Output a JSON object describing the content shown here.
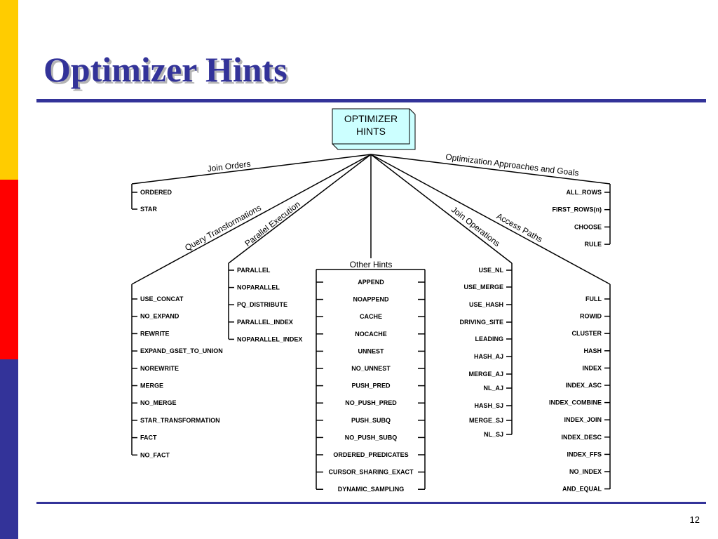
{
  "slide": {
    "title": "Optimizer Hints",
    "page_number": "12",
    "colors": {
      "accent": "#333399",
      "yellow": "#ffcc00",
      "red": "#ff0000",
      "root_box": "#ccffff"
    }
  },
  "diagram": {
    "root": {
      "line1": "OPTIMIZER",
      "line2": "HINTS"
    },
    "groups": {
      "join_orders": {
        "label": "Join Orders",
        "items": [
          "ORDERED",
          "STAR"
        ]
      },
      "query_transformations": {
        "label": "Query Transformations",
        "items": [
          "USE_CONCAT",
          "NO_EXPAND",
          "REWRITE",
          "EXPAND_GSET_TO_UNION",
          "NOREWRITE",
          "MERGE",
          "NO_MERGE",
          "STAR_TRANSFORMATION",
          "FACT",
          "NO_FACT"
        ]
      },
      "parallel_execution": {
        "label": "Parallel Execution",
        "items": [
          "PARALLEL",
          "NOPARALLEL",
          "PQ_DISTRIBUTE",
          "PARALLEL_INDEX",
          "NOPARALLEL_INDEX"
        ]
      },
      "other_hints": {
        "label": "Other Hints",
        "items": [
          "APPEND",
          "NOAPPEND",
          "CACHE",
          "NOCACHE",
          "UNNEST",
          "NO_UNNEST",
          "PUSH_PRED",
          "NO_PUSH_PRED",
          "PUSH_SUBQ",
          "NO_PUSH_SUBQ",
          "ORDERED_PREDICATES",
          "CURSOR_SHARING_EXACT",
          "DYNAMIC_SAMPLING"
        ]
      },
      "join_operations": {
        "label": "Join Operations",
        "items": [
          "USE_NL",
          "USE_MERGE",
          "USE_HASH",
          "DRIVING_SITE",
          "LEADING",
          "HASH_AJ",
          "MERGE_AJ",
          "NL_AJ",
          "HASH_SJ",
          "MERGE_SJ",
          "NL_SJ"
        ]
      },
      "access_paths": {
        "label": "Access Paths",
        "items": [
          "FULL",
          "ROWID",
          "CLUSTER",
          "HASH",
          "INDEX",
          "INDEX_ASC",
          "INDEX_COMBINE",
          "INDEX_JOIN",
          "INDEX_DESC",
          "INDEX_FFS",
          "NO_INDEX",
          "AND_EQUAL"
        ]
      },
      "optimization_approaches": {
        "label": "Optimization Approaches and Goals",
        "items": [
          "ALL_ROWS",
          "FIRST_ROWS(n)",
          "CHOOSE",
          "RULE"
        ]
      }
    }
  }
}
